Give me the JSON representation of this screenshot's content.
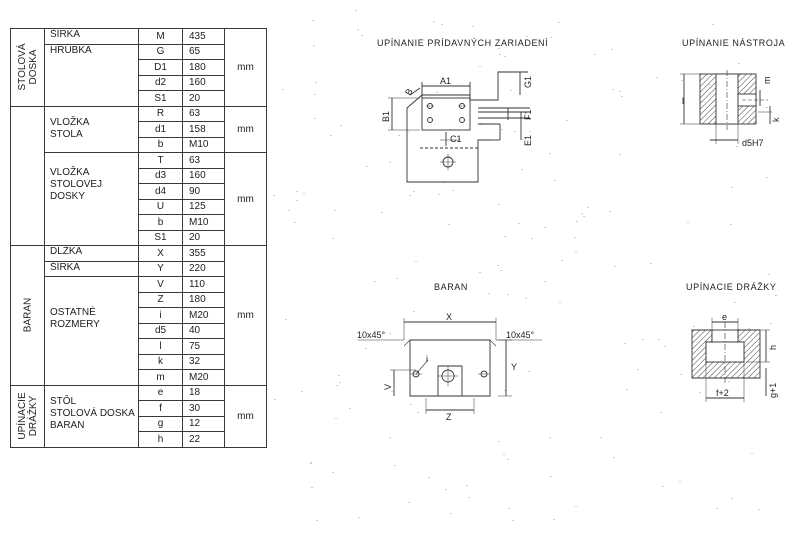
{
  "table": {
    "unit": "mm",
    "groups": [
      {
        "label_lines": [
          "STOLOVÁ",
          "DOSKA"
        ],
        "rows": [
          {
            "name": "ŠÍRKA",
            "symbol": "M",
            "value": "435"
          },
          {
            "name": "HRÚBKA",
            "symbol": "G",
            "value": "65"
          },
          {
            "name": "",
            "symbol": "D1",
            "value": "180"
          },
          {
            "name": "",
            "symbol": "d2",
            "value": "160"
          },
          {
            "name": "",
            "symbol": "S1",
            "value": "20"
          },
          {
            "name_lines": [
              "VLOŽKA",
              "STOLA"
            ],
            "symbol": "R",
            "value": "63"
          },
          {
            "symbol": "d1",
            "value": "158"
          },
          {
            "symbol": "b",
            "value": "M10"
          },
          {
            "name_lines": [
              "VLOŽKA",
              "STOLOVEJ",
              "DOSKY"
            ],
            "symbol": "T",
            "value": "63"
          },
          {
            "symbol": "d3",
            "value": "160"
          },
          {
            "symbol": "d4",
            "value": "90"
          },
          {
            "symbol": "U",
            "value": "125"
          },
          {
            "symbol": "b",
            "value": "M10"
          },
          {
            "symbol": "S1",
            "value": "20"
          }
        ]
      },
      {
        "label_lines": [
          "BARAN"
        ],
        "rows": [
          {
            "name": "DLŽKA",
            "symbol": "X",
            "value": "355"
          },
          {
            "name": "ŠÍRKA",
            "symbol": "Y",
            "value": "220"
          },
          {
            "name_lines": [
              "OSTATNÉ",
              "ROZMERY"
            ],
            "symbol": "V",
            "value": "110"
          },
          {
            "symbol": "Z",
            "value": "180"
          },
          {
            "symbol": "i",
            "value": "M20"
          },
          {
            "symbol": "d5",
            "value": "40"
          },
          {
            "symbol": "l",
            "value": "75"
          },
          {
            "symbol": "k",
            "value": "32"
          },
          {
            "symbol": "m",
            "value": "M20"
          }
        ]
      },
      {
        "label_lines": [
          "UPÍNACIE",
          "DRÁŽKY"
        ],
        "rows": [
          {
            "name_lines": [
              "STÔL",
              "STOLOVÁ DOSKA",
              "BARAN"
            ],
            "symbol": "e",
            "value": "18"
          },
          {
            "symbol": "f",
            "value": "30"
          },
          {
            "symbol": "g",
            "value": "12"
          },
          {
            "symbol": "h",
            "value": "22"
          }
        ]
      }
    ]
  },
  "drawings": {
    "attachment": {
      "title": "UPÍNANIE PRÍDAVNÝCH ZARIADENÍ",
      "labels": {
        "a1": "A1",
        "b": "B",
        "b1": "B1",
        "c1": "C1",
        "e1": "E1",
        "f1": "F1",
        "g1": "G1"
      }
    },
    "tool": {
      "title": "UPÍNANIE NÁSTROJA",
      "labels": {
        "l": "l",
        "m": "m",
        "k": "k",
        "d5": "d5H7"
      }
    },
    "ram": {
      "title": "BARAN",
      "labels": {
        "x": "X",
        "y": "Y",
        "v": "V",
        "z": "Z",
        "i": "i",
        "chamfer_left": "10x45°",
        "chamfer_right": "10x45°"
      }
    },
    "slots": {
      "title": "UPÍNACIE DRÁŽKY",
      "labels": {
        "e": "e",
        "h": "h",
        "g": "g+1",
        "f": "f+2"
      }
    }
  }
}
